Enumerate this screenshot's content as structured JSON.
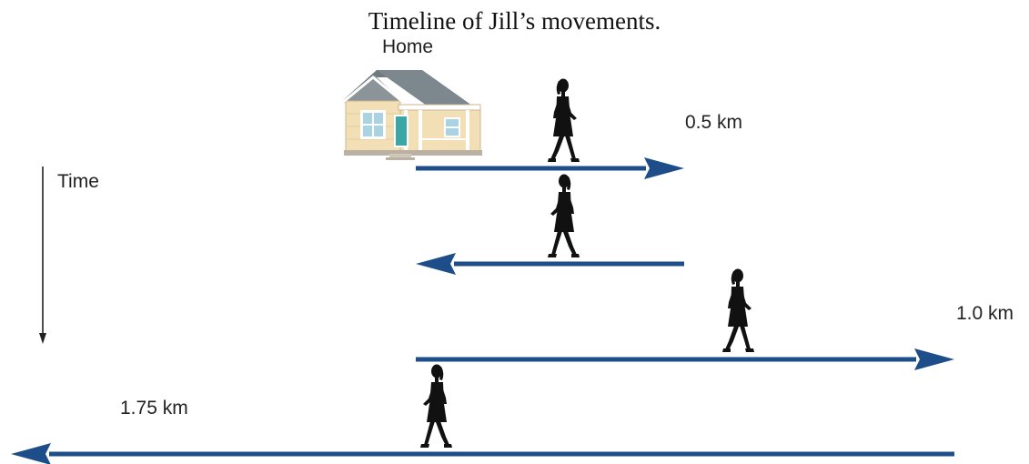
{
  "title": "Timeline of Jill’s movements.",
  "home_label": "Home",
  "time_label": "Time",
  "legs": [
    {
      "direction": "right",
      "distance_label": "0.5 km"
    },
    {
      "direction": "left",
      "distance_label": ""
    },
    {
      "direction": "right",
      "distance_label": "1.0 km"
    },
    {
      "direction": "left",
      "distance_label": "1.75 km"
    }
  ],
  "colors": {
    "arrow": "#1d4e89",
    "silhouette": "#111111",
    "house_wall": "#f3dfb6",
    "house_roof": "#6f7b80",
    "house_door": "#3aa6a6",
    "house_window": "#a9d2e3"
  },
  "icons": [
    "house-icon",
    "walking-person-icon",
    "time-arrow-icon"
  ]
}
